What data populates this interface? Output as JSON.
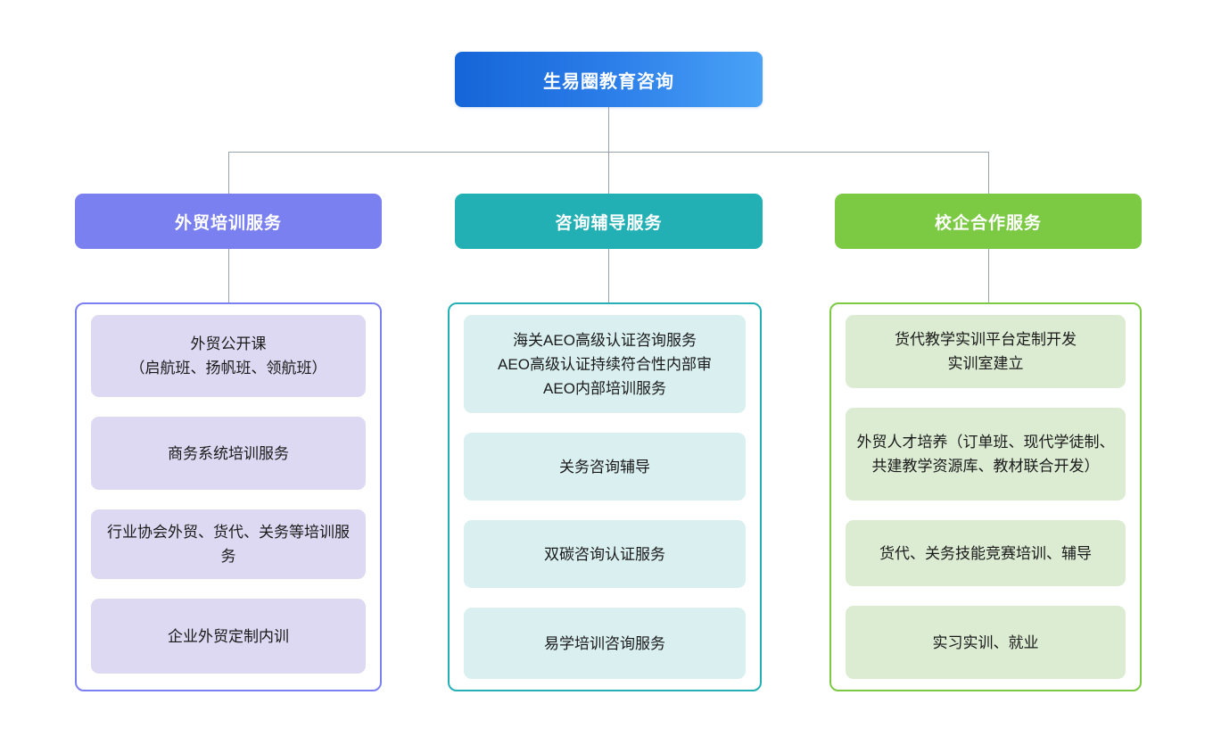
{
  "diagram": {
    "type": "organization-chart",
    "root": {
      "label": "生易圈教育咨询",
      "color": "#1565d8",
      "gradient_to": "#4aa2f6"
    },
    "columns": [
      {
        "header": "外贸培训服务",
        "color": "#7b80f0",
        "card_color": "#ddd9f2",
        "items": [
          "外贸公开课\n（启航班、扬帆班、领航班）",
          "商务系统培训服务",
          "行业协会外贸、货代、关务等培训服务",
          "企业外贸定制内训"
        ]
      },
      {
        "header": "咨询辅导服务",
        "color": "#23b0b5",
        "card_color": "#d9eff0",
        "items": [
          "海关AEO高级认证咨询服务\nAEO高级认证持续符合性内部审\nAEO内部培训服务",
          "关务咨询辅导",
          "双碳咨询认证服务",
          "易学培训咨询服务"
        ]
      },
      {
        "header": "校企合作服务",
        "color": "#7cc944",
        "card_color": "#dcecd3",
        "items": [
          "货代教学实训平台定制开发\n实训室建立",
          "外贸人才培养（订单班、现代学徒制、共建教学资源库、教材联合开发）",
          "货代、关务技能竞赛培训、辅导",
          "实习实训、就业"
        ]
      }
    ]
  }
}
